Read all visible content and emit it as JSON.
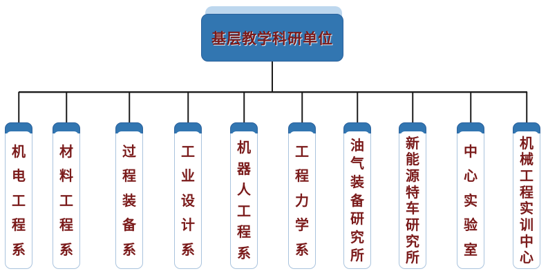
{
  "title": {
    "label": "基层教学科研单位"
  },
  "units": [
    {
      "label": "机电工程系"
    },
    {
      "label": "材料工程系"
    },
    {
      "label": "过程装备系"
    },
    {
      "label": "工业设计系"
    },
    {
      "label": "机器人工程系"
    },
    {
      "label": "工程力学系"
    },
    {
      "label": "油气装备研究所"
    },
    {
      "label": "新能源特车研究所"
    },
    {
      "label": "中心实验室"
    },
    {
      "label": "机械工程实训中心"
    }
  ],
  "colors": {
    "node_fill": "#3276B1",
    "node_border": "#2A619C",
    "ghost_fill": "#BDD7EE",
    "panel_border": "#A9C3DD",
    "text_red": "#7A1A1A",
    "line": "#1a1a1a"
  }
}
